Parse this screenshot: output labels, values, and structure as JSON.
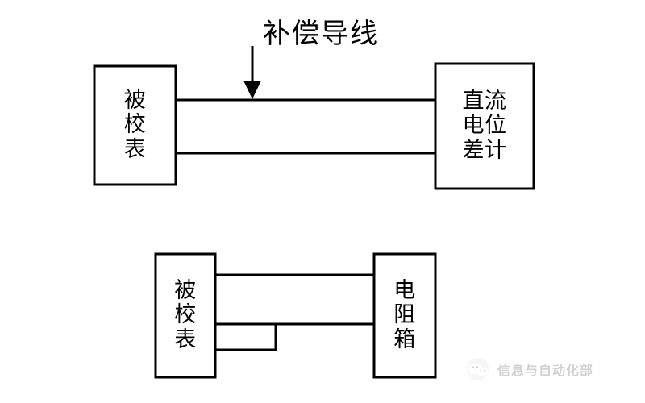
{
  "diagram": {
    "title_annotation": "补偿导线",
    "top_circuit": {
      "left_box": {
        "label": "被校表",
        "lines": [
          "被",
          "校",
          "表"
        ]
      },
      "right_box": {
        "label": "直流电位差计",
        "lines": [
          "直流",
          "电位",
          "差计"
        ]
      },
      "wires": [
        "upper-wire",
        "lower-wire"
      ],
      "arrow": "down-arrow-to-upper-wire"
    },
    "bottom_circuit": {
      "left_box": {
        "label": "被校表",
        "lines": [
          "被",
          "校",
          "表"
        ]
      },
      "right_box": {
        "label": "电阻箱",
        "lines": [
          "电",
          "阻",
          "箱"
        ]
      },
      "wires": [
        "upper-wire",
        "middle-wire",
        "lower-stub-wire",
        "vertical-link"
      ]
    },
    "colors": {
      "stroke": "#000000",
      "background": "#ffffff",
      "watermark": "#6d6d6d"
    }
  },
  "watermark": {
    "text": "信息与自动化部",
    "logo": "wechat-logo"
  }
}
